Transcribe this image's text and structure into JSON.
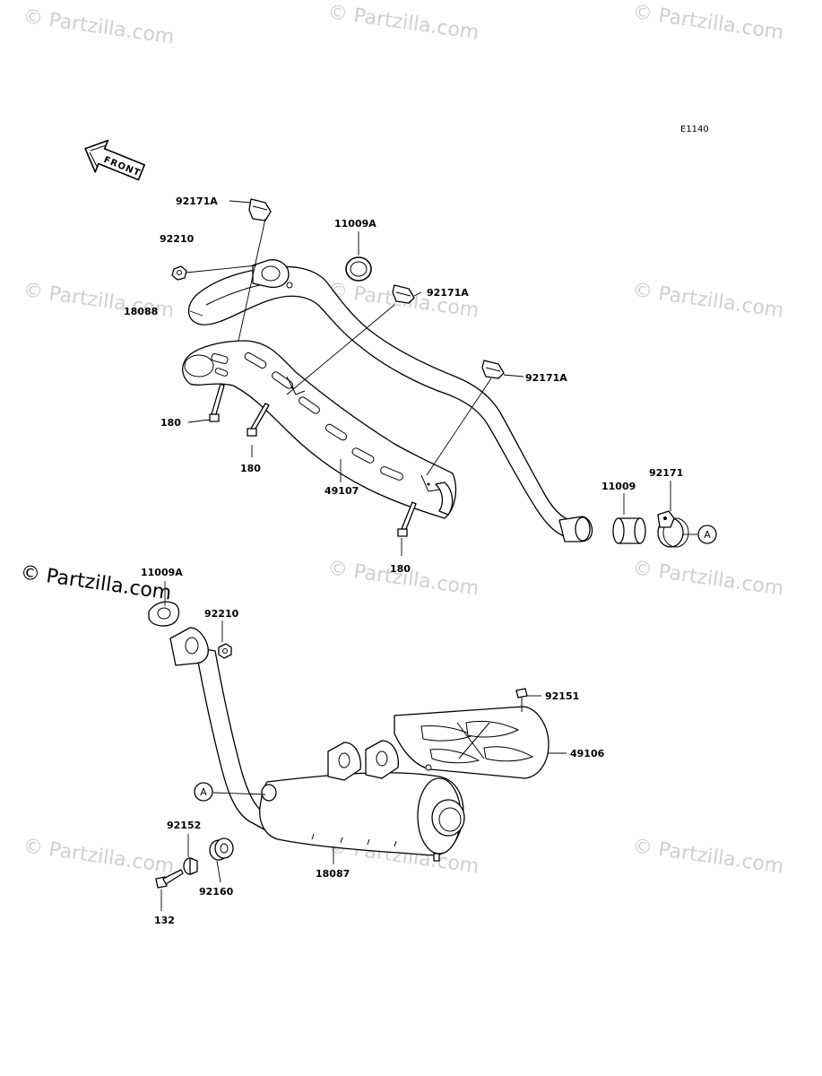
{
  "diagram_code": "E1140",
  "front_label": "FRONT",
  "watermarks": {
    "brand": "© Partzilla.com",
    "brand_large": "© Partzilla.com"
  },
  "parts": {
    "p92171A_top": "92171A",
    "p92210_top": "92210",
    "p11009A_top": "11009A",
    "p18088": "18088",
    "p92171A_mid": "92171A",
    "p92171A_right": "92171A",
    "p180_left": "180",
    "p180_center": "180",
    "p49107": "49107",
    "p180_bottom": "180",
    "p11009": "11009",
    "p92171": "92171",
    "ref_A_top": "A",
    "p11009A_bottom": "11009A",
    "p92210_bottom": "92210",
    "p92151": "92151",
    "p49106": "49106",
    "ref_A_bottom": "A",
    "p92152": "92152",
    "p18087": "18087",
    "p92160": "92160",
    "p132": "132"
  }
}
